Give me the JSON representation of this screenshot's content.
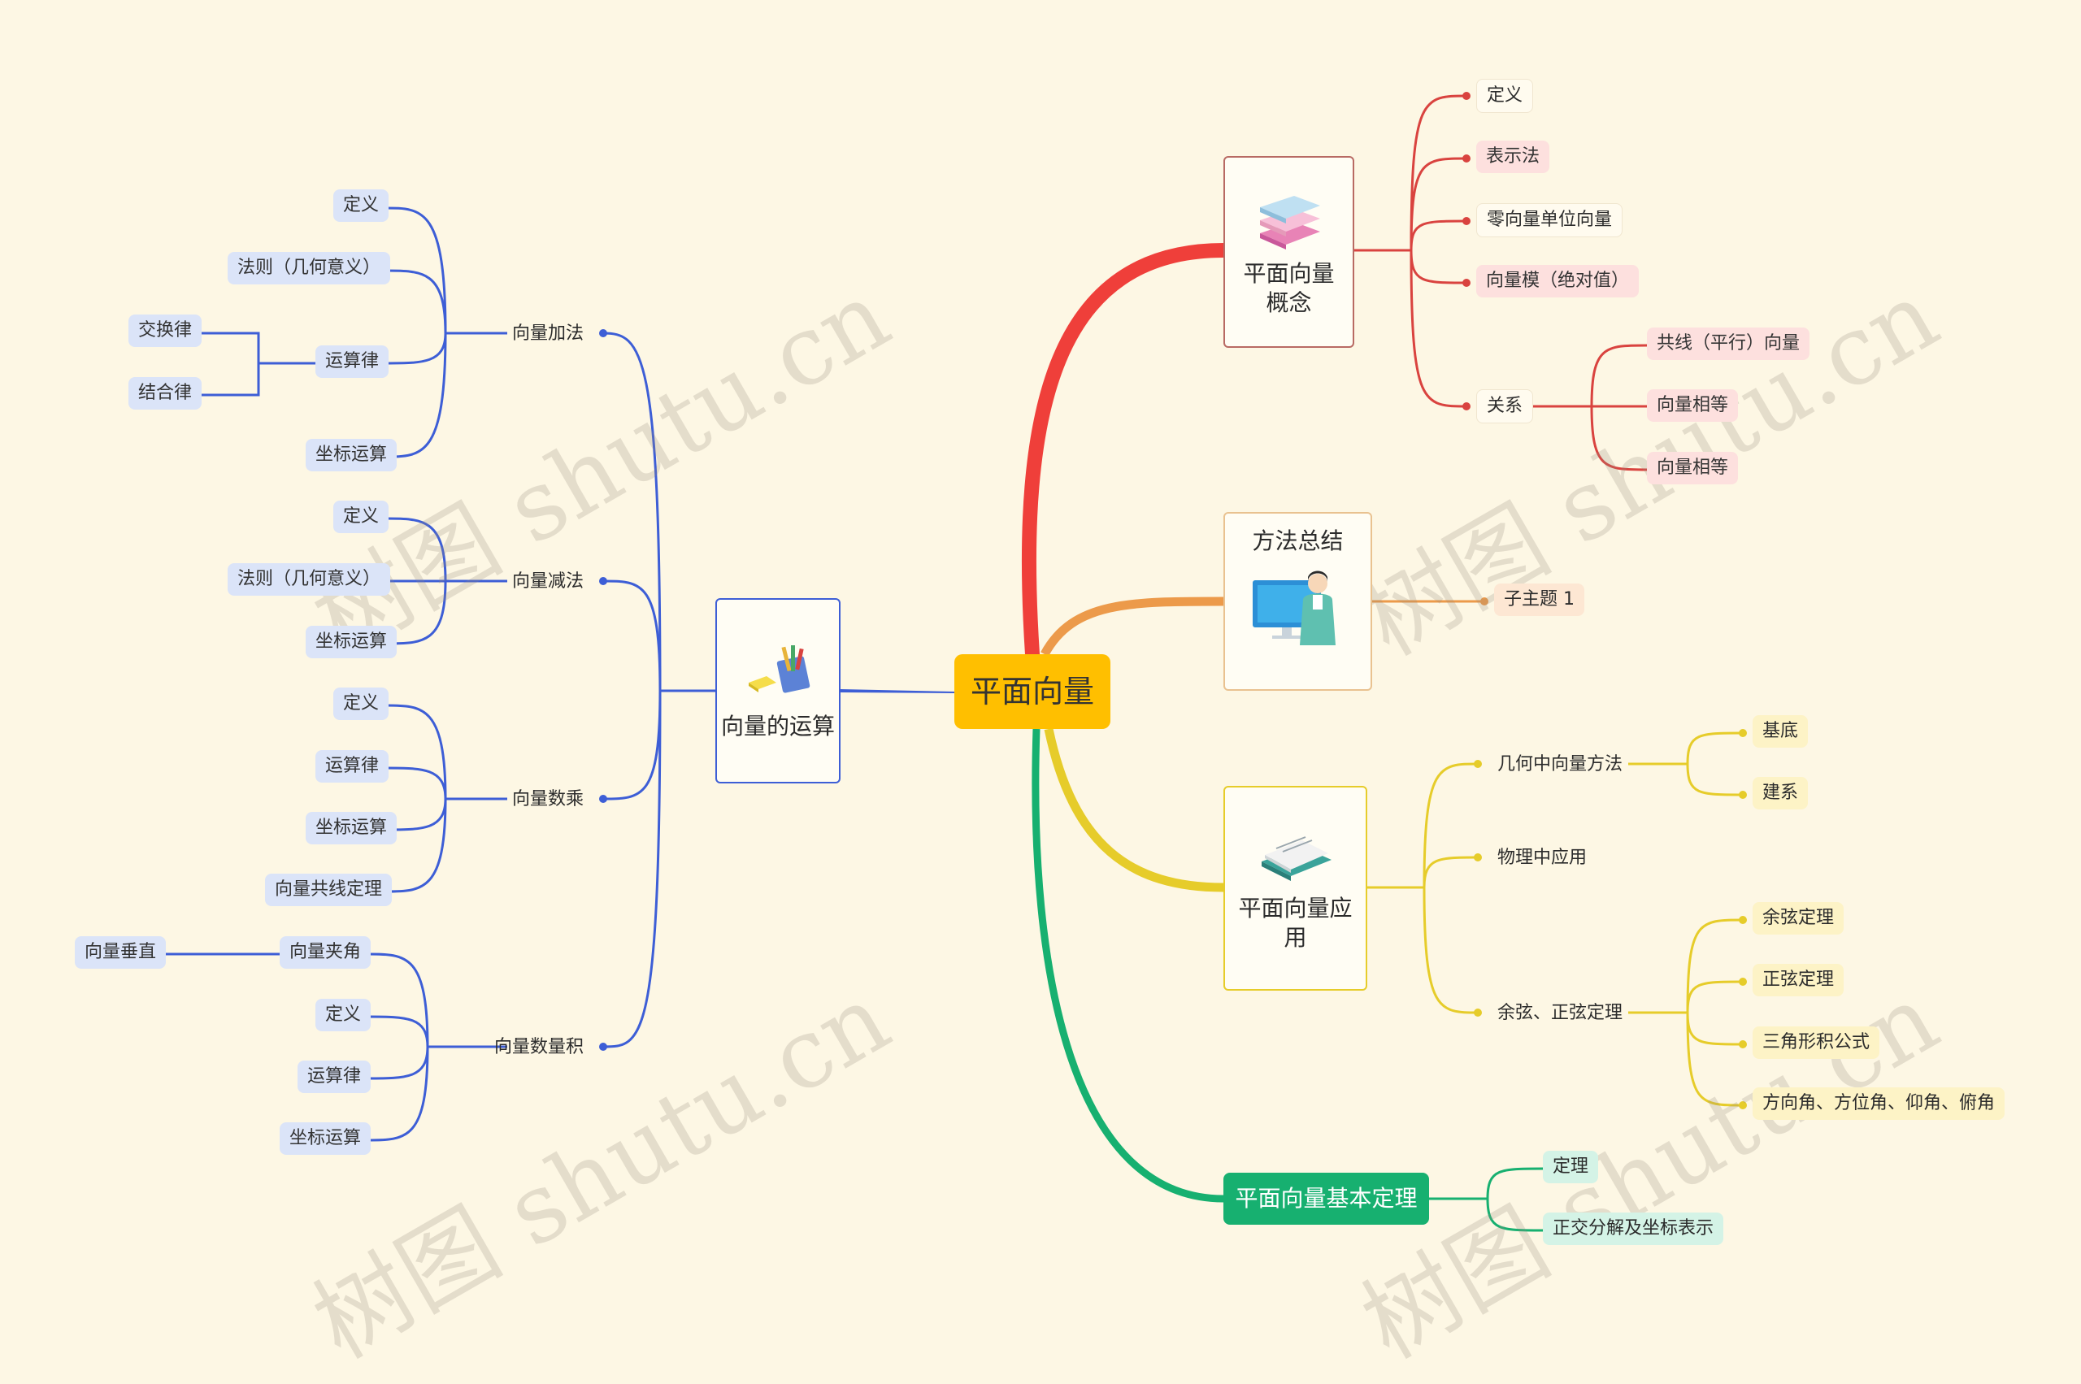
{
  "watermark": "树图 shutu.cn",
  "root": "平面向量",
  "left": {
    "label": "向量的运算",
    "icon": "stationery-icon",
    "groups": [
      {
        "label": "向量加法",
        "items": [
          "定义",
          "法则（几何意义）",
          "运算律",
          "坐标运算"
        ],
        "sub": [
          "交换律",
          "结合律"
        ]
      },
      {
        "label": "向量减法",
        "items": [
          "定义",
          "法则（几何意义）",
          "坐标运算"
        ]
      },
      {
        "label": "向量数乘",
        "items": [
          "定义",
          "运算律",
          "坐标运算",
          "向量共线定理"
        ]
      },
      {
        "label": "向量数量积",
        "items": [
          "向量夹角",
          "定义",
          "运算律",
          "坐标运算"
        ],
        "sub": [
          "向量垂直"
        ]
      }
    ]
  },
  "right": {
    "concept": {
      "label": "平面向量概念",
      "icon": "books-icon",
      "items": [
        "定义",
        "表示法",
        "零向量单位向量",
        "向量模（绝对值）",
        "关系"
      ],
      "relation": [
        "共线（平行）向量",
        "向量相等",
        "向量相等"
      ]
    },
    "method": {
      "label": "方法总结",
      "icon": "teacher-icon",
      "items": [
        "子主题 1"
      ]
    },
    "application": {
      "label": "平面向量应用",
      "icon": "notebook-icon",
      "items": [
        "几何中向量方法",
        "物理中应用",
        "余弦、正弦定理"
      ],
      "geometry": [
        "基底",
        "建系"
      ],
      "trig": [
        "余弦定理",
        "正弦定理",
        "三角形积公式",
        "方向角、方位角、仰角、俯角"
      ]
    },
    "theorem": {
      "label": "平面向量基本定理",
      "items": [
        "定理",
        "正交分解及坐标表示"
      ]
    }
  },
  "colors": {
    "blue": "#3d5ed6",
    "red": "#d9433f",
    "orange": "#ec9a4a",
    "yellow": "#e6cc2a",
    "green": "#17b070",
    "root": "#ffbf00"
  }
}
